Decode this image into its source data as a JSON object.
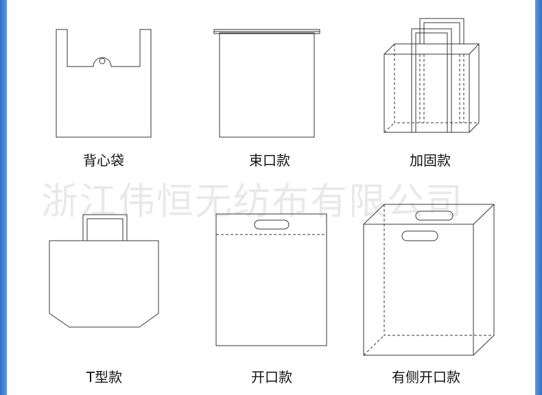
{
  "bags": [
    {
      "key": "vest",
      "label": "背心袋"
    },
    {
      "key": "drawstring",
      "label": "束口款"
    },
    {
      "key": "reinforced",
      "label": "加固款"
    },
    {
      "key": "t-shape",
      "label": "T型款"
    },
    {
      "key": "open",
      "label": "开口款"
    },
    {
      "key": "side-open",
      "label": "有侧开口款"
    }
  ],
  "watermark": "浙江伟恒无纺布有限公司",
  "colors": {
    "edge": "#2f6fc4",
    "line": "#333333",
    "background": "#ffffff"
  }
}
